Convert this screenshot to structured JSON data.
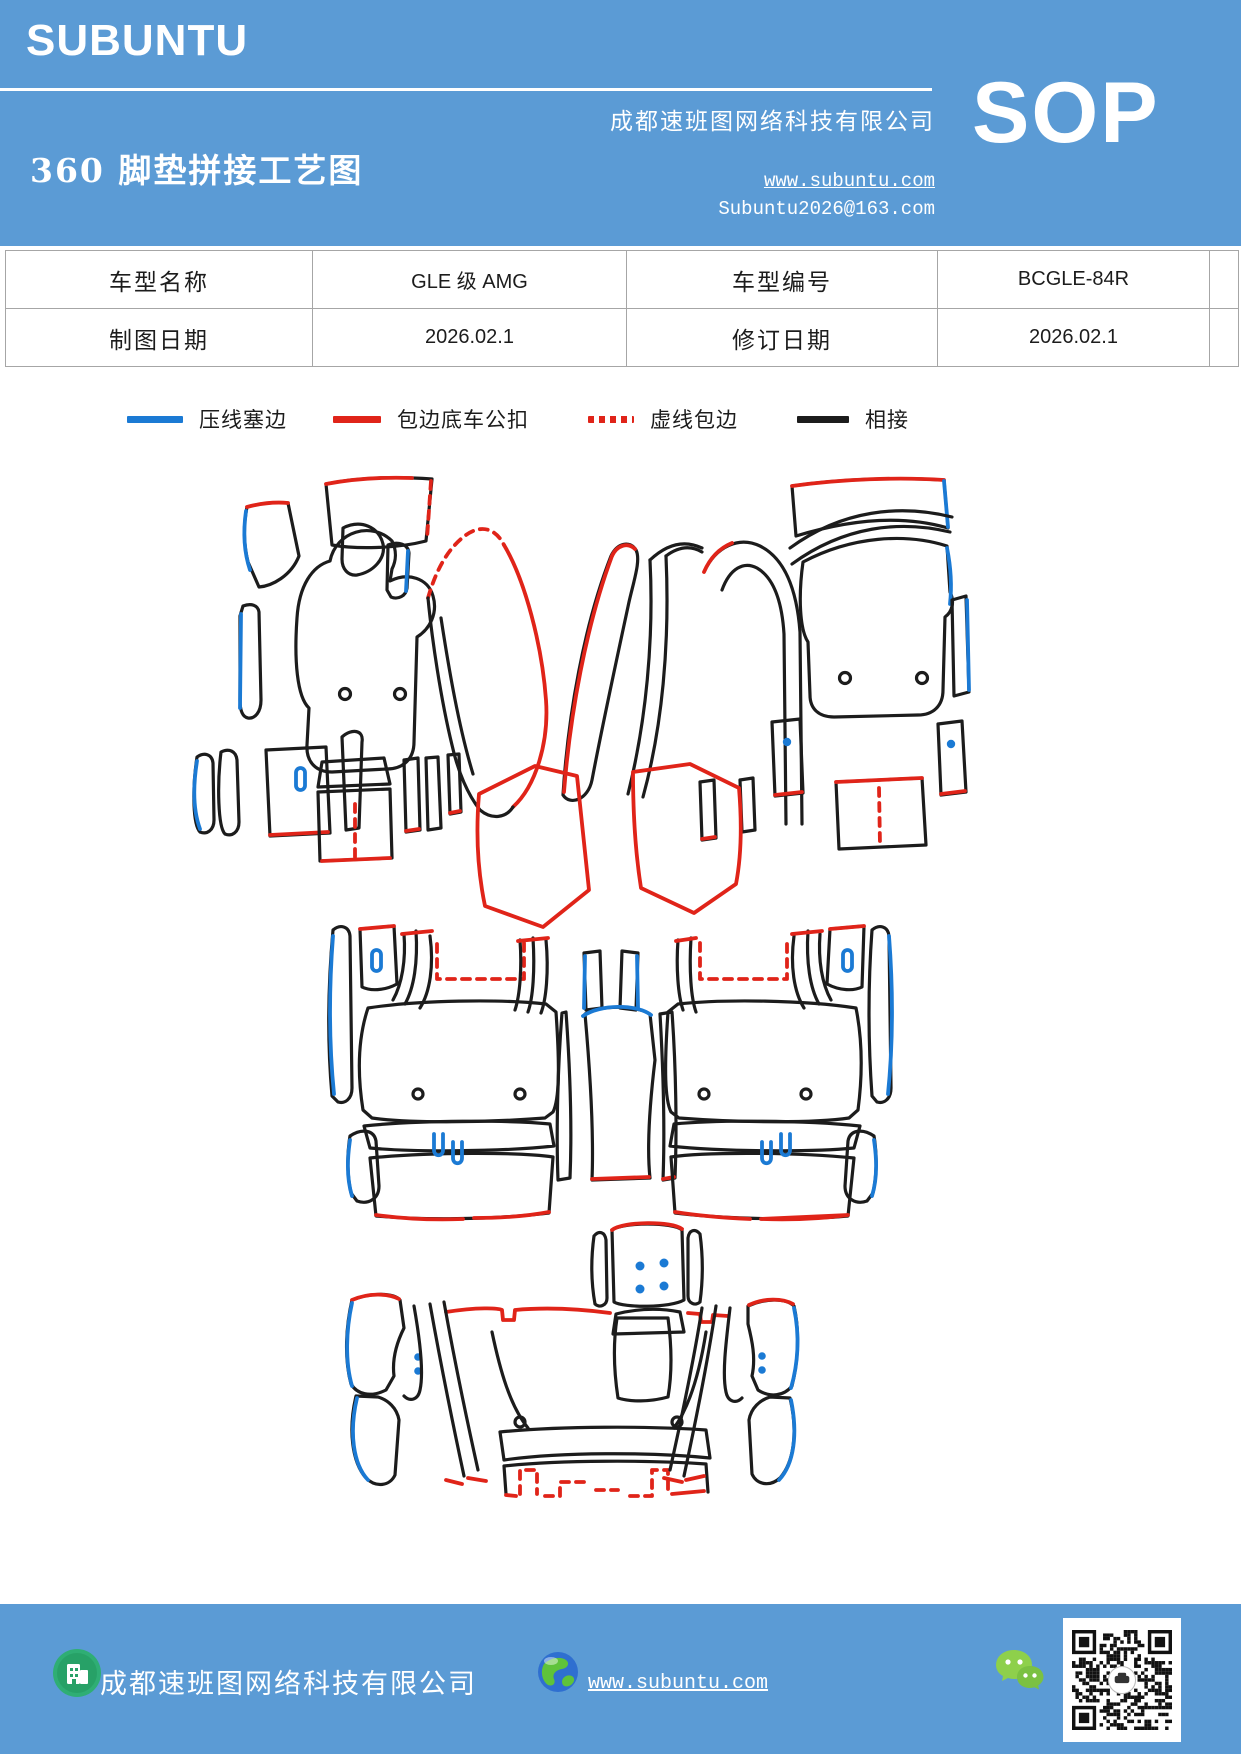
{
  "colors": {
    "header_bg": "#5b9bd5",
    "accent_blue": "#1b7ad4",
    "accent_red": "#e02419",
    "line_black": "#1c1c1c",
    "table_border": "#a6a6a6"
  },
  "header": {
    "logo": "SUBUNTU",
    "title": "360 脚垫拼接工艺图",
    "company": "成都速班图网络科技有限公司",
    "website": "www.subuntu.com",
    "email": "Subuntu2026@163.com",
    "doc_type": "SOP"
  },
  "info_table": {
    "rows": [
      {
        "cells": [
          "车型名称",
          "GLE 级 AMG",
          "车型编号",
          "BCGLE-84R"
        ]
      },
      {
        "cells": [
          "制图日期",
          "2026.02.1",
          "修订日期",
          "2026.02.1"
        ]
      }
    ]
  },
  "legend": {
    "items": [
      {
        "label": "压线塞边",
        "color": "#1b7ad4",
        "style": "solid"
      },
      {
        "label": "包边底车公扣",
        "color": "#e02419",
        "style": "solid"
      },
      {
        "label": "虚线包边",
        "color": "#e02419",
        "style": "dotted"
      },
      {
        "label": "相接",
        "color": "#1c1c1c",
        "style": "solid"
      }
    ]
  },
  "footer": {
    "company": "成都速班图网络科技有限公司",
    "website": "www.subuntu.com"
  }
}
